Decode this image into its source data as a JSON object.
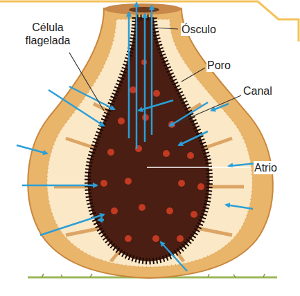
{
  "diagram": {
    "labels": [
      "Célula flagelada",
      "Ósculo",
      "Poro",
      "Canal",
      "Atrio"
    ]
  }
}
